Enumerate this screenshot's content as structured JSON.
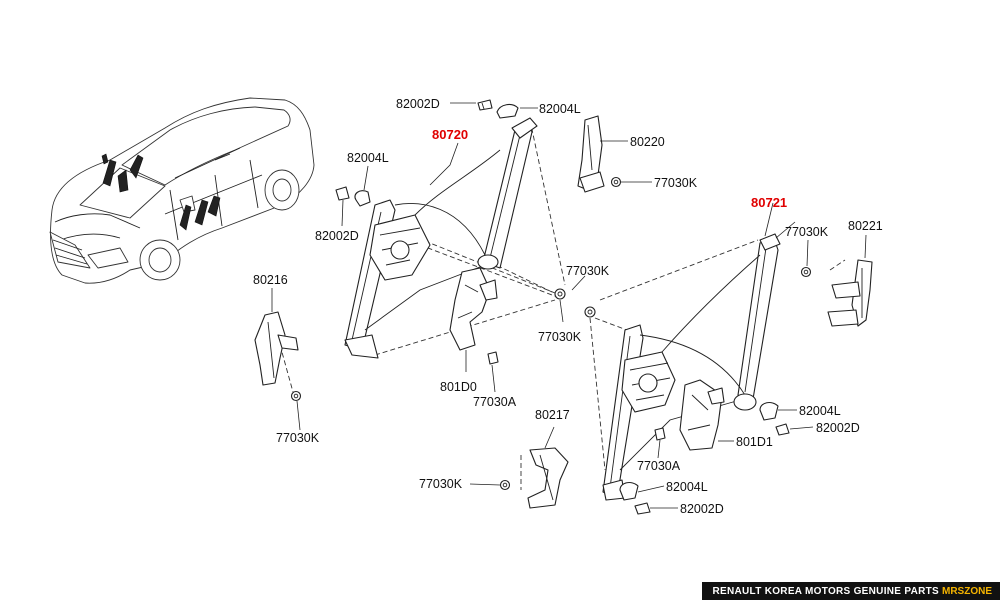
{
  "labels": {
    "p80720": "80720",
    "p80721": "80721",
    "p82002D_top": "82002D",
    "p82004L_top": "82004L",
    "p82004L_left": "82004L",
    "p82002D_left": "82002D",
    "p80220": "80220",
    "p77030K_80220": "77030K",
    "p77030K_mid1": "77030K",
    "p77030K_mid2": "77030K",
    "p77030K_right": "77030K",
    "p80221": "80221",
    "p80216": "80216",
    "p77030K_80216": "77030K",
    "p801D0": "801D0",
    "p77030A_left": "77030A",
    "p80217": "80217",
    "p77030K_80217": "77030K",
    "p82004L_r1": "82004L",
    "p82002D_r1": "82002D",
    "p801D1": "801D1",
    "p77030A_right": "77030A",
    "p82004L_r2": "82004L",
    "p82002D_r2": "82002D"
  },
  "colors": {
    "highlight": "#e00000",
    "line": "#222222",
    "brand_bar": "#111111",
    "brand_accent": "#f5b400"
  },
  "footer": {
    "brand_text": "RENAULT KOREA MOTORS GENUINE PARTS",
    "brand_accent": "MRSZONE"
  }
}
